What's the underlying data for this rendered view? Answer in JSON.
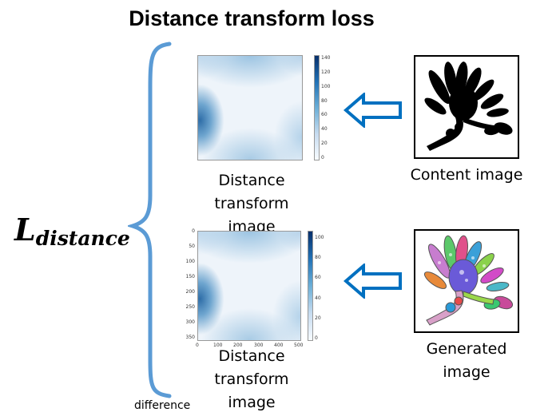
{
  "title": "Distance transform loss",
  "loss_symbol": {
    "main": "L",
    "subscript": "distance"
  },
  "top_caption": [
    "Distance",
    "transform image"
  ],
  "bottom_caption": [
    "Distance",
    "transform image"
  ],
  "content_label": "Content image",
  "generated_label": [
    "Generated",
    "image"
  ],
  "difference_label": "difference",
  "top_colorbar_ticks": [
    "140",
    "120",
    "100",
    "80",
    "60",
    "40",
    "20",
    "0"
  ],
  "bottom_colorbar_ticks": [
    "100",
    "80",
    "60",
    "40",
    "20",
    "0"
  ],
  "bottom_y_ticks": [
    "0",
    "50",
    "100",
    "150",
    "200",
    "250",
    "300",
    "350"
  ],
  "bottom_x_ticks": [
    "0",
    "100",
    "200",
    "300",
    "400",
    "500"
  ],
  "colors": {
    "brace": "#5b9bd5",
    "arrow": "#0070c0",
    "colormap_dark": "#08306b",
    "colormap_light": "#f7fbff"
  }
}
